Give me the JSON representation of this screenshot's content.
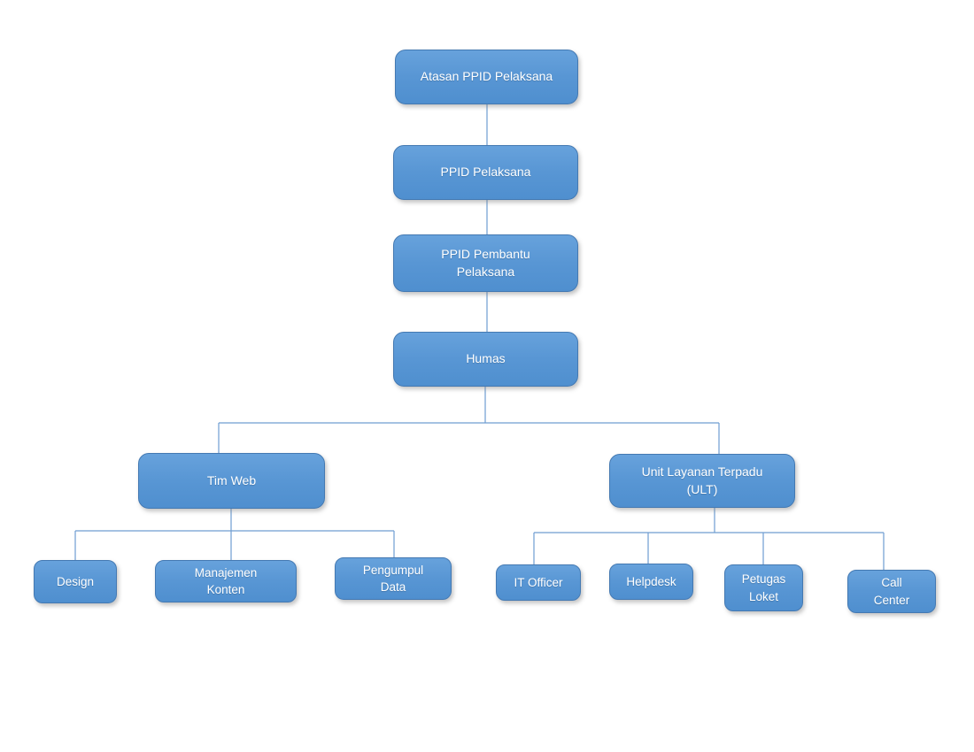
{
  "diagram": {
    "type": "org-chart",
    "background_color": "#FFFFFF",
    "style": {
      "node_fill": "#5B9BD5",
      "node_fill_gradient_top": "#67A2DC",
      "node_fill_gradient_bottom": "#4F8FCF",
      "node_border": "#4479B2",
      "connector_color": "#6F9DD1",
      "text_color": "#FFFFFF"
    },
    "nodes": {
      "atasan": {
        "label": "Atasan PPID Pelaksana"
      },
      "ppid_pelaksana": {
        "label": "PPID Pelaksana"
      },
      "ppid_pembantu": {
        "label": "PPID Pembantu Pelaksana"
      },
      "humas": {
        "label": "Humas"
      },
      "tim_web": {
        "label": "Tim Web"
      },
      "ult": {
        "label": "Unit Layanan Terpadu (ULT)"
      },
      "design": {
        "label": "Design"
      },
      "manajemen_konten": {
        "label": "Manajemen Konten"
      },
      "pengumpul_data": {
        "label": "Pengumpul Data"
      },
      "it_officer": {
        "label": "IT Officer"
      },
      "helpdesk": {
        "label": "Helpdesk"
      },
      "petugas_loket": {
        "label": "Petugas Loket"
      },
      "call_center": {
        "label": "Call Center"
      }
    },
    "edges": [
      {
        "parent": "Atasan PPID Pelaksana",
        "child": "PPID Pelaksana"
      },
      {
        "parent": "PPID Pelaksana",
        "child": "PPID Pembantu Pelaksana"
      },
      {
        "parent": "PPID Pembantu Pelaksana",
        "child": "Humas"
      },
      {
        "parent": "Humas",
        "child": "Tim Web"
      },
      {
        "parent": "Humas",
        "child": "Unit Layanan Terpadu (ULT)"
      },
      {
        "parent": "Tim Web",
        "child": "Design"
      },
      {
        "parent": "Tim Web",
        "child": "Manajemen Konten"
      },
      {
        "parent": "Tim Web",
        "child": "Pengumpul Data"
      },
      {
        "parent": "Unit Layanan Terpadu (ULT)",
        "child": "IT Officer"
      },
      {
        "parent": "Unit Layanan Terpadu (ULT)",
        "child": "Helpdesk"
      },
      {
        "parent": "Unit Layanan Terpadu (ULT)",
        "child": "Petugas Loket"
      },
      {
        "parent": "Unit Layanan Terpadu (ULT)",
        "child": "Call Center"
      }
    ]
  }
}
